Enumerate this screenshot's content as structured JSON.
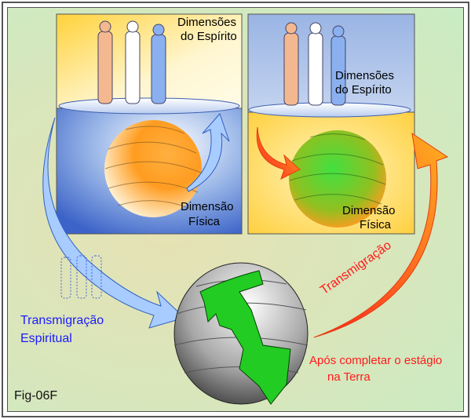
{
  "left_panel": {
    "spirit_label_1": "Dimensões",
    "spirit_label_2": "do  Espírito",
    "physical_label_1": "Dimensão",
    "physical_label_2": "Física"
  },
  "right_panel": {
    "spirit_label_1": "Dimensões",
    "spirit_label_2": "do  Espírito",
    "physical_label_1": "Dimensão",
    "physical_label_2": "Física"
  },
  "left_caption_1": "Transmigração",
  "left_caption_2": "Espiritual",
  "right_arrow_label": "Transmigração",
  "right_caption_1": "Após completar o estágio",
  "right_caption_2": "na Terra",
  "figure_id": "Fig-06F",
  "colors": {
    "blue_text": "#1a1aff",
    "red_text": "#ff1a1a"
  }
}
